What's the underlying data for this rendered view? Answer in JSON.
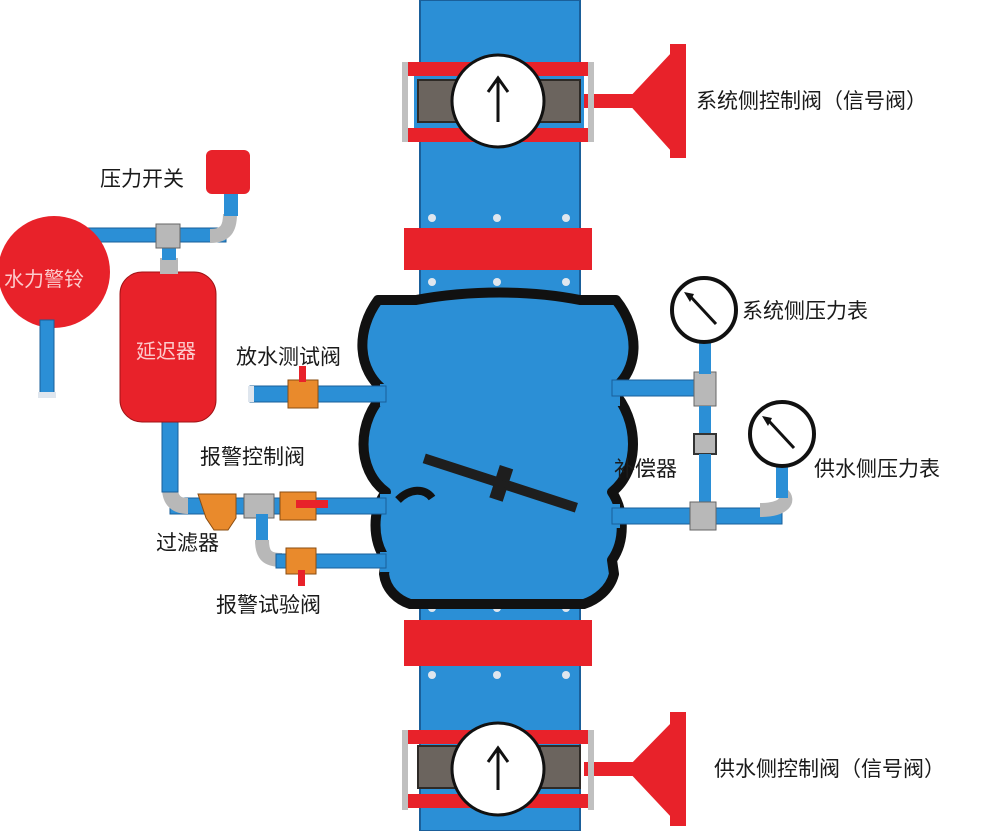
{
  "labels": {
    "pressure_switch": "压力开关",
    "hydraulic_alarm_bell": "水力警铃",
    "delay_device": "延迟器",
    "drain_test_valve": "放水测试阀",
    "alarm_control_valve": "报警控制阀",
    "strainer": "过滤器",
    "alarm_test_valve": "报警试验阀",
    "compensator": "补偿器",
    "system_side_control_valve": "系统侧控制阀（信号阀）",
    "system_side_pressure_gauge": "系统侧压力表",
    "supply_side_pressure_gauge": "供水侧压力表",
    "supply_side_control_valve": "供水侧控制阀（信号阀）"
  },
  "colors": {
    "water_pipe": "#2b8fd6",
    "pipe_outline": "#1a5f9a",
    "flange": "#e8222a",
    "alarm_red": "#e8222a",
    "body_outline": "#111111",
    "valve_gray": "#6b645e",
    "fitting_gray": "#b8b8b8",
    "valve_orange": "#e98a2c"
  },
  "icons": {
    "flow_arrow": "up-arrow",
    "gauge": "pressure-gauge-dial"
  }
}
